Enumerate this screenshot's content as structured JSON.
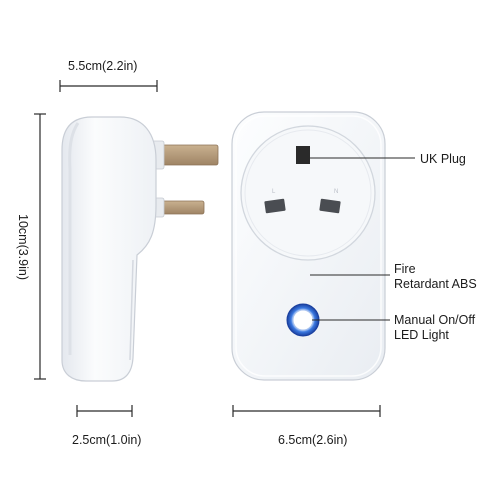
{
  "dimensions": {
    "depth_top": "5.5cm(2.2in)",
    "height_side": "10cm(3.9in)",
    "depth_bottom": "2.5cm(1.0in)",
    "width_bottom": "6.5cm(2.6in)"
  },
  "callouts": {
    "uk_plug": "UK Plug",
    "material_line1": "Fire",
    "material_line2": "Retardant ABS",
    "switch_line1": "Manual On/Off",
    "switch_line2": "LED Light"
  },
  "colors": {
    "body": "#f4f6f9",
    "shadow": "#d9dde3",
    "brass": "#b59a7c",
    "led_ring": "#1e57c8"
  }
}
